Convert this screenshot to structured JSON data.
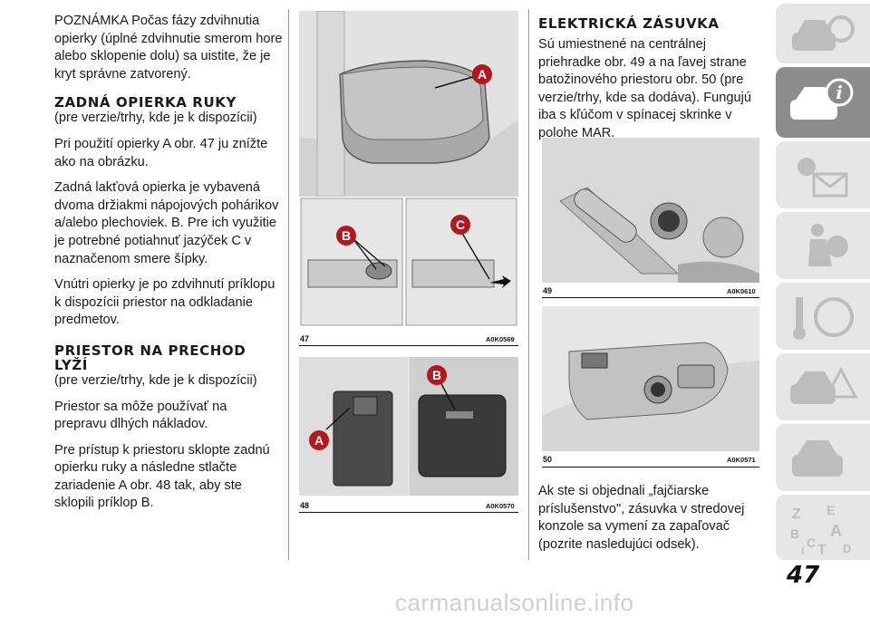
{
  "col1": {
    "note": "POZNÁMKA Počas fázy zdvihnutia opierky (úplné zdvihnutie smerom hore alebo sklopenie dolu) sa uistite, že je kryt správne zatvorený.",
    "h1": "ZADNÁ OPIERKA RUKY",
    "h1_sub": "(pre verzie/trhy, kde je k dispozícii)",
    "p1": "Pri použití opierky A obr. 47 ju znížte ako na obrázku.",
    "p2": "Zadná lakťová opierka je vybavená dvoma držiakmi nápojových pohárikov a/alebo plechoviek. B. Pre ich využitie je potrebné potiahnuť jazýček C v naznačenom smere šípky.",
    "p3": "Vnútri opierky je po zdvihnutí príklopu k dispozícii priestor na odkladanie predmetov.",
    "h2a": "PRIESTOR NA PRECHOD",
    "h2b": "LYŽÍ",
    "h2_sub": "(pre verzie/trhy, kde je k dispozícii)",
    "p4": "Priestor sa môže používať na prepravu dlhých nákladov.",
    "p5": "Pre prístup k priestoru sklopte zadnú opierku ruky a následne stlačte zariadenie A obr. 48 tak, aby ste sklopili príklop B."
  },
  "figures": {
    "fig47": {
      "num": "47",
      "code": "A0K0569",
      "labels": [
        "A",
        "B",
        "C"
      ]
    },
    "fig48": {
      "num": "48",
      "code": "A0K0570",
      "labels": [
        "A",
        "B"
      ]
    },
    "fig49": {
      "num": "49",
      "code": "A0K0610"
    },
    "fig50": {
      "num": "50",
      "code": "A0K0571"
    }
  },
  "col3": {
    "h": "ELEKTRICKÁ ZÁSUVKA",
    "p1": "Sú umiestnené na centrálnej priehradke obr. 49 a na ľavej strane batožinového priestoru obr. 50 (pre verzie/trhy, kde sa dodáva). Fungujú iba s kľúčom v spínacej skrinke v polohe MAR.",
    "p2": "Ak ste si objednali „fajčiarske príslušenstvo\", zásuvka v stredovej konzole sa vymení za zapaľovač (pozrite nasledujúci odsek)."
  },
  "sidebar": {
    "tabs": [
      {
        "icon": "car-steering-wheel-icon"
      },
      {
        "icon": "car-info-icon",
        "label": "i"
      },
      {
        "icon": "warning-light-envelope-icon"
      },
      {
        "icon": "airbag-passenger-icon"
      },
      {
        "icon": "key-steering-wheel-icon"
      },
      {
        "icon": "car-warning-triangle-icon"
      },
      {
        "icon": "car-front-icon"
      },
      {
        "icon": "checklist-gear-icon"
      },
      {
        "icon": "alphabet-index-icon",
        "letters": [
          "Z",
          "E",
          "B",
          "A",
          "C",
          "T",
          "D",
          "I"
        ]
      }
    ]
  },
  "page_number": "47",
  "watermark": "carmanualsonline.info"
}
